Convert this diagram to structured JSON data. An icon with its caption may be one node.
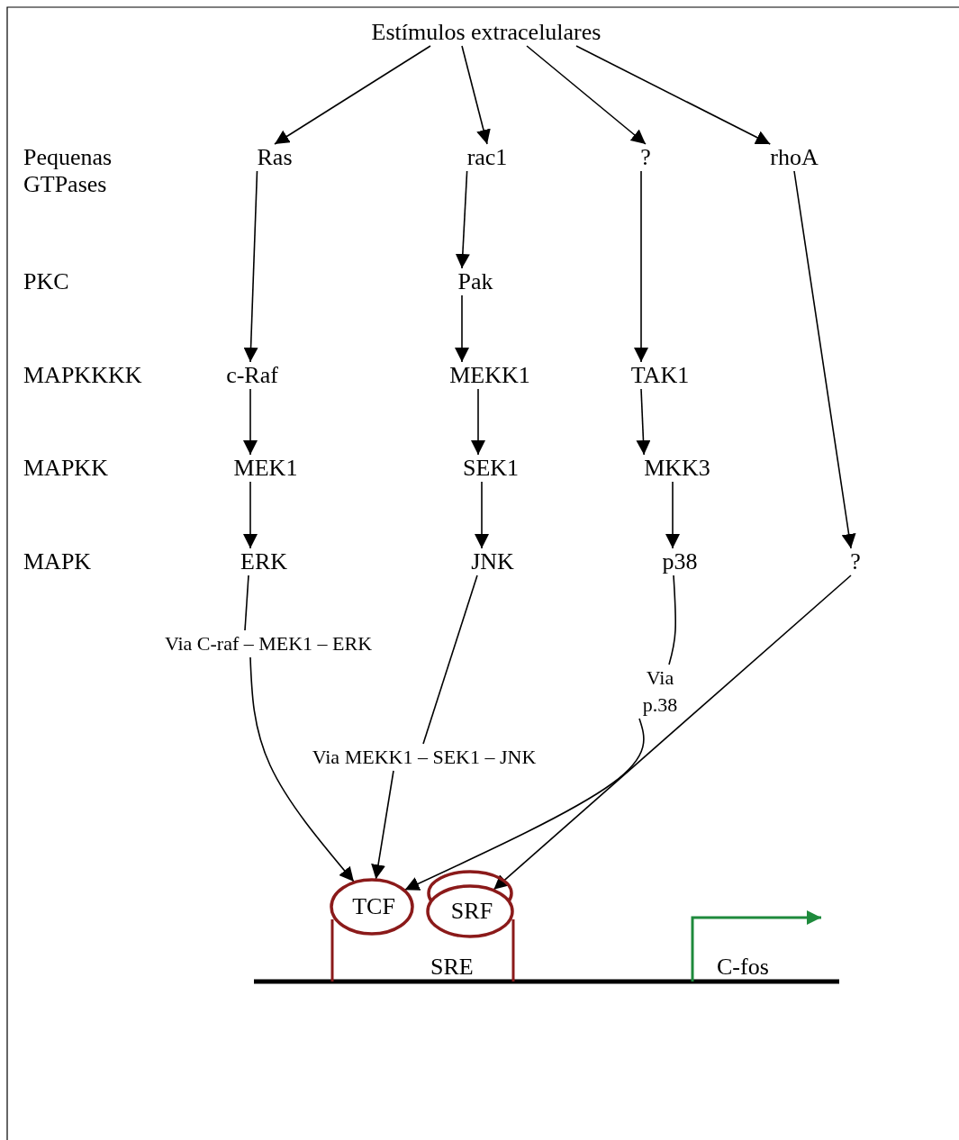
{
  "diagram": {
    "nodes": [
      {
        "text": [
          "Estímulos extracelulares"
        ]
      },
      {
        "text": [
          "Ras"
        ]
      },
      {
        "text": [
          "rac1"
        ]
      },
      {
        "text": [
          "?"
        ]
      },
      {
        "text": [
          "rhoA"
        ]
      },
      {
        "text": [
          "Pak"
        ]
      },
      {
        "text": [
          "c-Raf"
        ]
      },
      {
        "text": [
          "MEKK1"
        ]
      },
      {
        "text": [
          "TAK1"
        ]
      },
      {
        "text": [
          "MEK1"
        ]
      },
      {
        "text": [
          "SEK1"
        ]
      },
      {
        "text": [
          "MKK3"
        ]
      },
      {
        "text": [
          "ERK"
        ]
      },
      {
        "text": [
          "JNK"
        ]
      },
      {
        "text": [
          "p38"
        ]
      },
      {
        "text": [
          "?"
        ]
      },
      {
        "text": [
          "Via C-raf – MEK1 – ERK"
        ]
      },
      {
        "text": [
          "Via MEKK1 – SEK1 – JNK"
        ]
      },
      {
        "text": [
          "Via p.38"
        ]
      },
      {
        "text": [
          "TCF"
        ]
      },
      {
        "text": [
          "SRF"
        ]
      }
    ],
    "edges": [
      {
        "from": 0,
        "to": 1,
        "arrow": "to"
      },
      {
        "from": 0,
        "to": 2,
        "arrow": "to"
      },
      {
        "from": 0,
        "to": 3,
        "arrow": "to"
      },
      {
        "from": 0,
        "to": 4,
        "arrow": "to"
      },
      {
        "from": 1,
        "to": 6,
        "arrow": "to"
      },
      {
        "from": 2,
        "to": 5,
        "arrow": "to"
      },
      {
        "from": 3,
        "to": 8,
        "arrow": "to"
      },
      {
        "from": 4,
        "to": 15,
        "arrow": "to"
      },
      {
        "from": 5,
        "to": 7,
        "arrow": "to"
      },
      {
        "from": 6,
        "to": 9,
        "arrow": "to"
      },
      {
        "from": 7,
        "to": 10,
        "arrow": "to"
      },
      {
        "from": 8,
        "to": 11,
        "arrow": "to"
      },
      {
        "from": 9,
        "to": 12,
        "arrow": "to"
      },
      {
        "from": 10,
        "to": 13,
        "arrow": "to"
      },
      {
        "from": 11,
        "to": 14,
        "arrow": "to"
      },
      {
        "from": 12,
        "to": 16,
        "arrow": "none"
      },
      {
        "from": 13,
        "to": 17,
        "arrow": "none"
      },
      {
        "from": 14,
        "to": 18,
        "arrow": "none"
      },
      {
        "from": 16,
        "to": 19,
        "arrow": "to"
      },
      {
        "from": 17,
        "to": 19,
        "arrow": "to"
      },
      {
        "from": 18,
        "to": 19,
        "arrow": "to"
      },
      {
        "from": 15,
        "to": 20,
        "arrow": "to"
      }
    ],
    "labels": [
      "Pequenas GTPases",
      "PKC",
      "MAPKKKK",
      "MAPKK",
      "MAPK",
      "SRE",
      "C-fos"
    ]
  }
}
